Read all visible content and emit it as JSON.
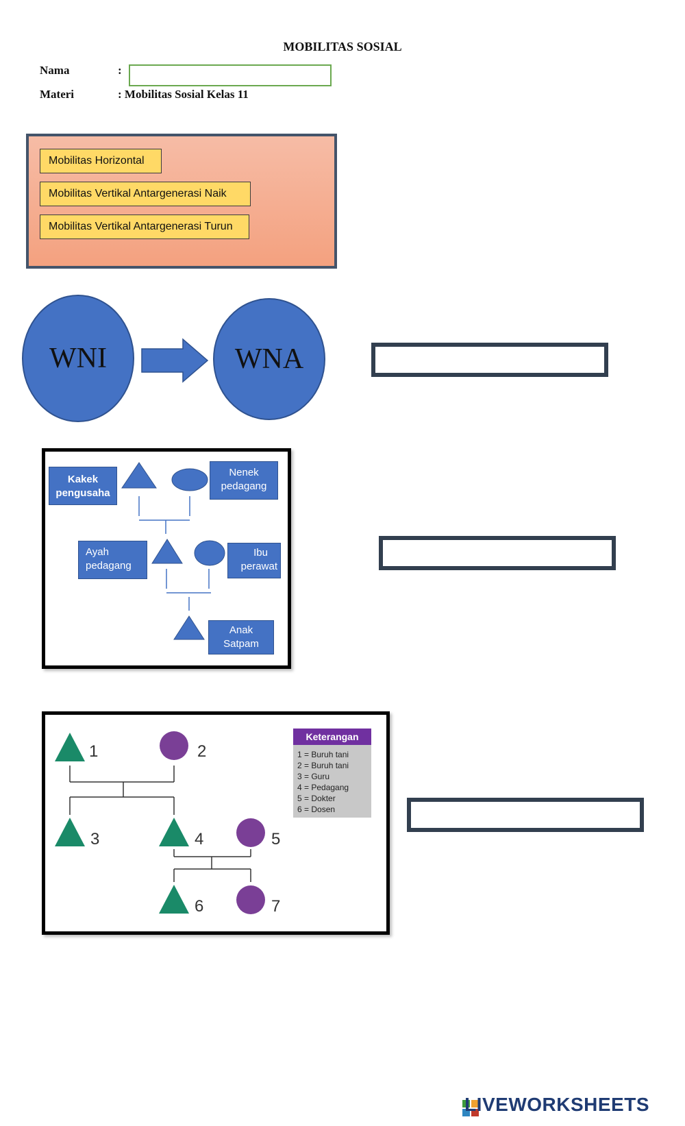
{
  "worksheet": {
    "title": "MOBILITAS SOSIAL",
    "name_label": "Nama",
    "name_colon": ":",
    "materi_label": "Materi",
    "materi_value": ": Mobilitas Sosial Kelas 11"
  },
  "answer_bank": {
    "options": [
      "Mobilitas Horizontal",
      "Mobilitas Vertikal Antargenerasi Naik",
      "Mobilitas Vertikal Antargenerasi Turun"
    ]
  },
  "q1": {
    "from": "WNI",
    "to": "WNA"
  },
  "q2": {
    "kakek": [
      "Kakek",
      "pengusaha"
    ],
    "nenek": [
      "Nenek",
      "pedagang"
    ],
    "ayah": [
      "Ayah",
      "pedagang"
    ],
    "ibu": [
      "Ibu",
      "perawat"
    ],
    "anak": [
      "Anak",
      "Satpam"
    ]
  },
  "q3": {
    "numbers": [
      "1",
      "2",
      "3",
      "4",
      "5",
      "6",
      "7"
    ],
    "legend_title": "Keterangan",
    "legend_items": [
      "1 = Buruh tani",
      "2 = Buruh tani",
      "3 = Guru",
      "4 = Pedagang",
      "5 = Dokter",
      "6 = Dosen"
    ]
  },
  "colors": {
    "blue": "#4472c4",
    "teal": "#1a8a68",
    "purple": "#7a3f96",
    "chip": "#ffd966"
  },
  "footer": {
    "brand": "LIVEWORKSHEETS"
  }
}
